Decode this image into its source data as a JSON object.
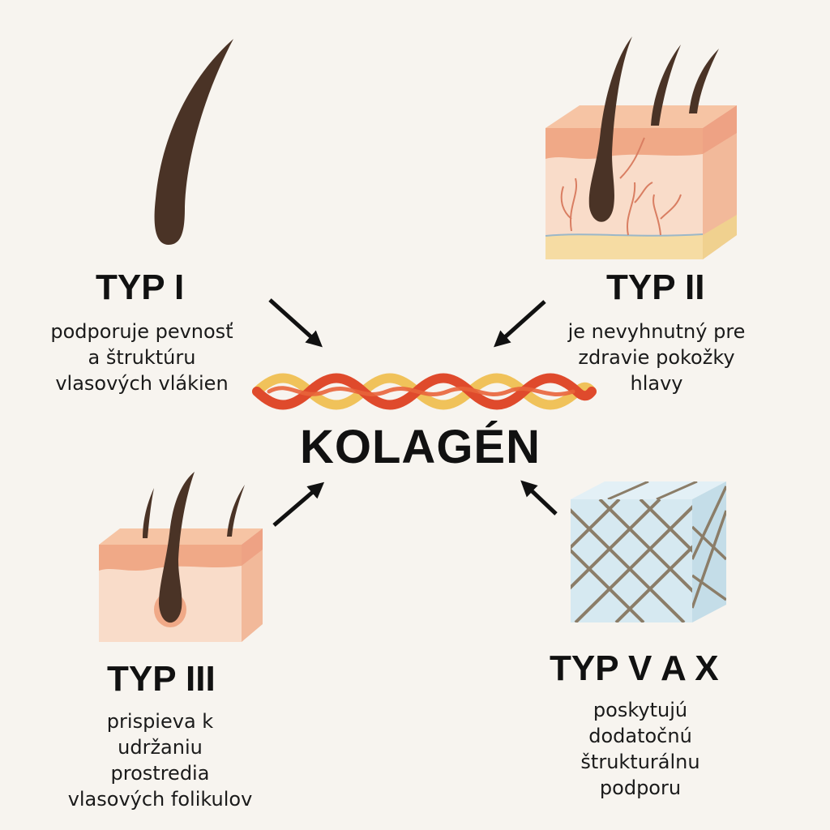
{
  "center": {
    "title": "KOLAGÉN"
  },
  "types": [
    {
      "title": "TYP I",
      "lines": [
        "podporuje pevnosť",
        "a štruktúru",
        "vlasových vlákien"
      ]
    },
    {
      "title": "TYP II",
      "lines": [
        "je nevyhnutný pre",
        "zdravie pokožky",
        "hlavy"
      ]
    },
    {
      "title": "TYP III",
      "lines": [
        "prispieva k",
        "udržaniu",
        "prostredia",
        "vlasových folikulov"
      ]
    },
    {
      "title": "TYP V A X",
      "lines": [
        "poskytujú",
        "dodatočnú",
        "štrukturálnu",
        "podporu"
      ]
    }
  ],
  "icons": {
    "type1": "hair-strand-icon",
    "type2": "skin-with-hair-follicle-icon",
    "type3": "skin-block-with-follicle-icon",
    "type5x": "mesh-cube-icon",
    "center": "collagen-triple-helix-icon"
  },
  "colors": {
    "hair": "#4a3326",
    "skin_top": "#f3b48f",
    "skin_body": "#f8d8c2",
    "mesh_bg": "#d6e9f1",
    "helix_red": "#df4a2c",
    "helix_yellow": "#f0c25a"
  }
}
